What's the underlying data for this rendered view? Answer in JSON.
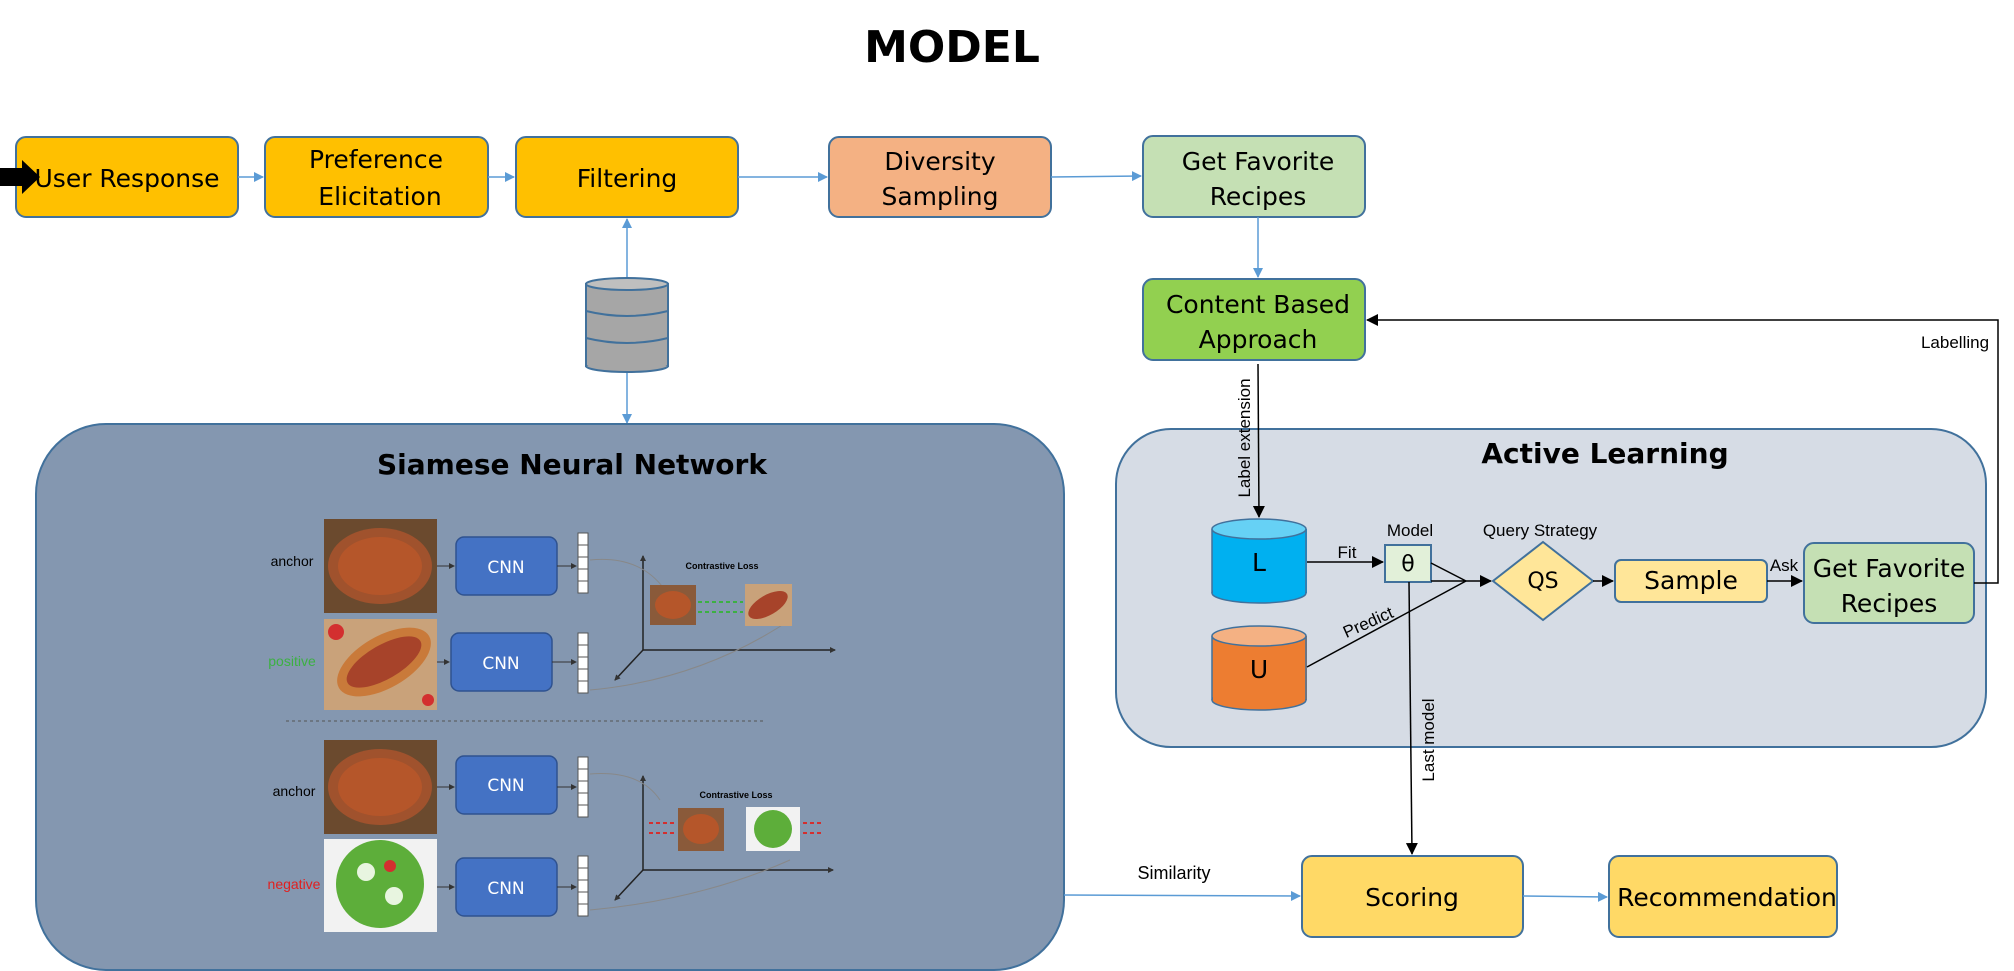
{
  "title": "MODEL",
  "pipeline": {
    "user_response": "User Response",
    "preference_elicitation": [
      "Preference",
      "Elicitation"
    ],
    "filtering": "Filtering",
    "diversity_sampling": [
      "Diversity",
      "Sampling"
    ],
    "get_favorite_top": [
      "Get Favorite",
      "Recipes"
    ],
    "content_based": [
      "Content Based",
      "Approach"
    ]
  },
  "siamese": {
    "title": "Siamese Neural Network",
    "anchor_label": "anchor",
    "positive_label": "positive",
    "negative_label": "negative",
    "cnn_label": "CNN",
    "contrastive_loss": "Contrastive Loss"
  },
  "active_learning": {
    "title": "Active Learning",
    "L": "L",
    "U": "U",
    "theta": "θ",
    "model_label": "Model",
    "qs": "QS",
    "query_strategy": "Query Strategy",
    "sample": "Sample",
    "get_favorite": [
      "Get Favorite",
      "Recipes"
    ],
    "fit": "Fit",
    "predict": "Predict",
    "ask": "Ask"
  },
  "labels": {
    "labelling": "Labelling",
    "label_extension": "Label extension",
    "last_model": "Last model",
    "similarity": "Similarity"
  },
  "bottom": {
    "scoring": "Scoring",
    "recommendation": "Recommendation"
  },
  "colors": {
    "yellow_dark": "#FFC000",
    "yellow_light": "#FFD966",
    "orange_light": "#F4B183",
    "green_light": "#C5E0B4",
    "green": "#92D050",
    "box_border": "#41719C",
    "siamese_bg": "#8497B0",
    "active_bg": "#D6DCE5",
    "cnn_blue": "#4472C4",
    "db_L": "#00B0F0",
    "db_U": "#ED7D31",
    "arrow_blue": "#5B9BD5"
  }
}
